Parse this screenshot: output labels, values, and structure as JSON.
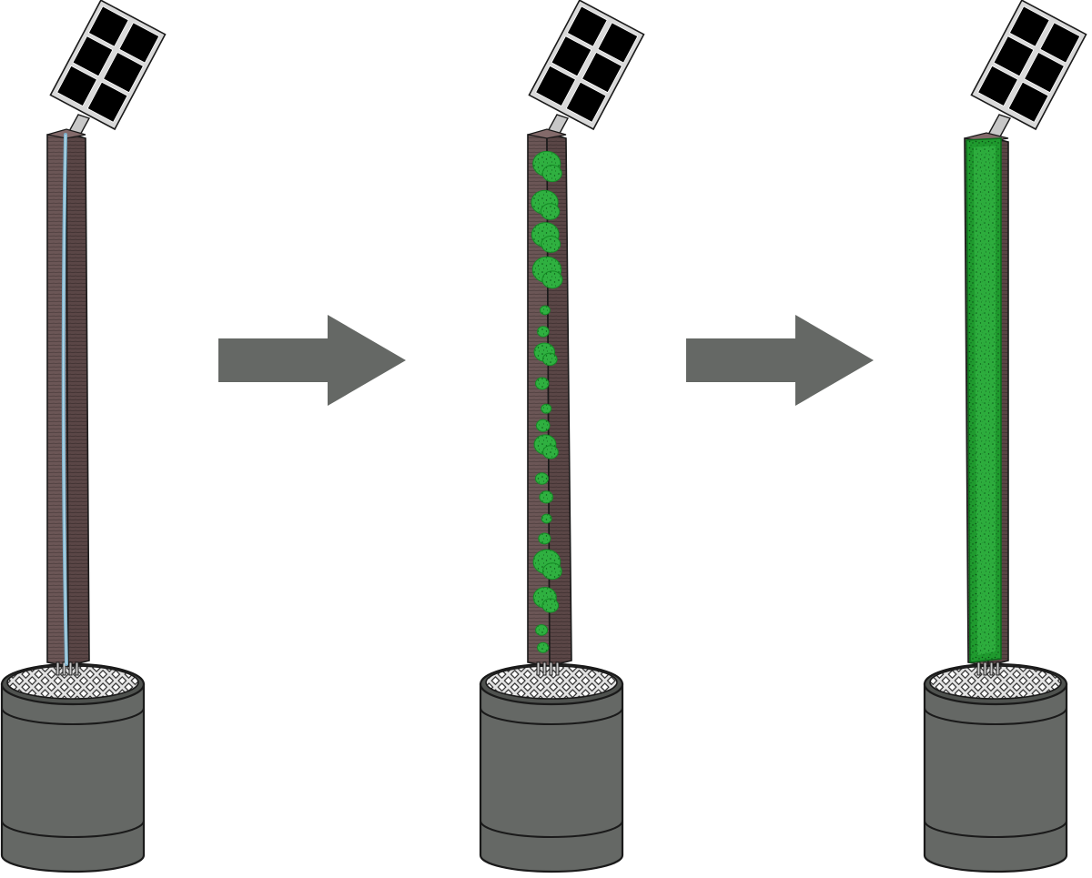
{
  "colors": {
    "background": "#ffffff",
    "outline": "#1a1a1a",
    "panel_cell": "#000000",
    "panel_frame": "#d9d9d9",
    "bracket": "#c8c8c8",
    "post_wood": "#6b5656",
    "post_wood_dark": "#4e3e3e",
    "post_wood_light": "#836a6a",
    "water_channel": "#7fb2cc",
    "moss": "#33bb44",
    "moss_dark": "#1e9430",
    "moss_speckle": "#0c5a18",
    "grate": "#dcdcdc",
    "planter": "#656865",
    "arrow": "#656865"
  },
  "stages": [
    {
      "stage": "initial",
      "growth": "none",
      "feature": "water-channel"
    },
    {
      "stage": "intermediate",
      "growth": "patches",
      "feature": "moss-clumps"
    },
    {
      "stage": "final",
      "growth": "full",
      "feature": "moss-covered"
    }
  ],
  "icons": [
    "solar-panel-icon",
    "arrow-right-icon"
  ]
}
